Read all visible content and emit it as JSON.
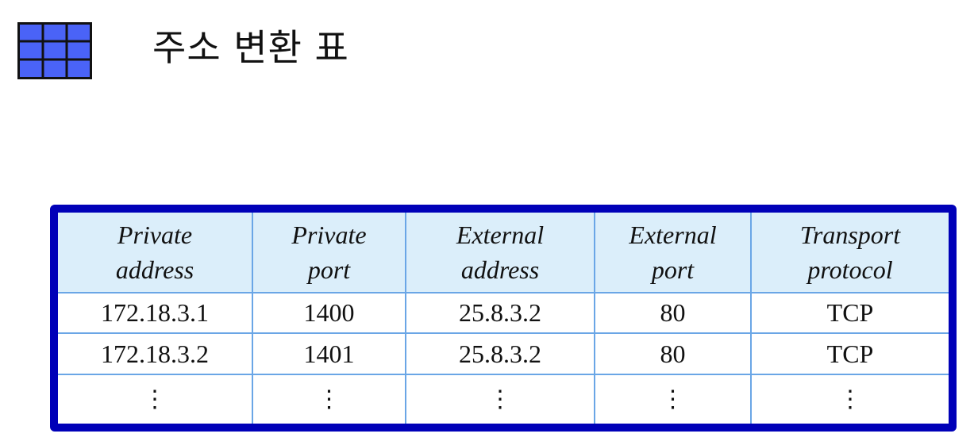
{
  "header": {
    "title": "주소 변환 표",
    "icon": "grid-icon",
    "icon_color": "#4a63f7"
  },
  "table": {
    "border_color": "#0000b8",
    "header_bg": "#dbeefa",
    "columns": [
      {
        "line1": "Private",
        "line2": "address"
      },
      {
        "line1": "Private",
        "line2": "port"
      },
      {
        "line1": "External",
        "line2": "address"
      },
      {
        "line1": "External",
        "line2": "port"
      },
      {
        "line1": "Transport",
        "line2": "protocol"
      }
    ],
    "rows": [
      [
        "172.18.3.1",
        "1400",
        "25.8.3.2",
        "80",
        "TCP"
      ],
      [
        "172.18.3.2",
        "1401",
        "25.8.3.2",
        "80",
        "TCP"
      ]
    ],
    "continuation": "⋮"
  }
}
